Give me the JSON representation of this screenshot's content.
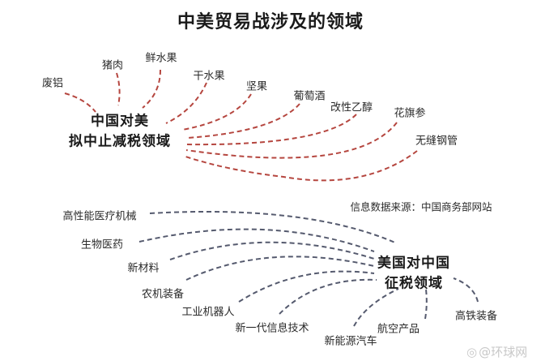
{
  "title": "中美贸易战涉及的领域",
  "china_hub": {
    "line1": "中国对美",
    "line2": "拟中止减税领域"
  },
  "china_items": [
    "废铝",
    "猪肉",
    "鲜水果",
    "干水果",
    "坚果",
    "葡萄酒",
    "改性乙醇",
    "花旗参",
    "无缝钢管"
  ],
  "us_hub": {
    "line1": "美国对中国",
    "line2": "征税领域"
  },
  "us_items": [
    "高性能医疗机械",
    "生物医药",
    "新材料",
    "农机装备",
    "工业机器人",
    "新一代信息技术",
    "新能源汽车",
    "航空产品",
    "高铁装备"
  ],
  "source": "信息数据来源：中国商务部网站",
  "watermark": "@环球网",
  "colors": {
    "china_lines": "#b5463f",
    "us_lines": "#555a6e"
  }
}
